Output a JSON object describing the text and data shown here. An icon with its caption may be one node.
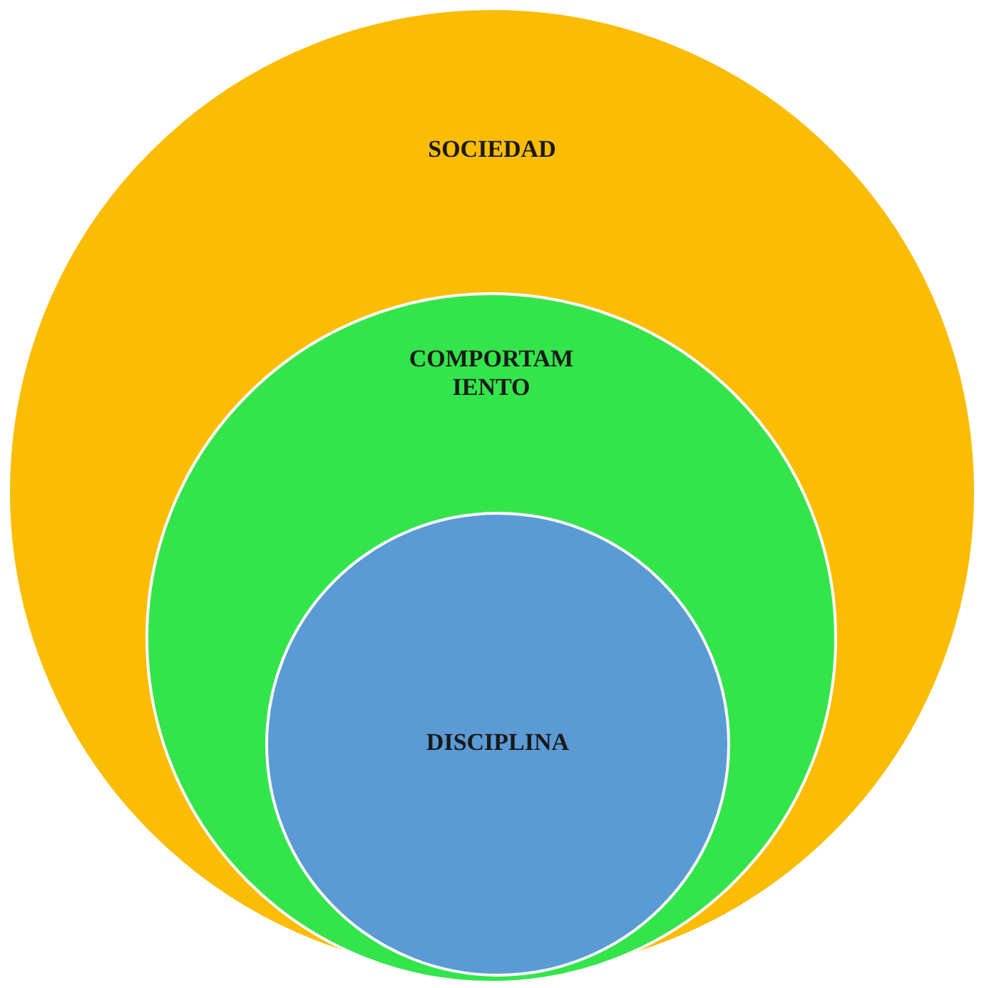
{
  "diagram": {
    "nodes": [
      {
        "text": [
          "SOCIEDAD"
        ]
      },
      {
        "text": [
          "COMPORTAMIENTO"
        ],
        "in": 0
      },
      {
        "text": [
          "DISCIPLINA"
        ],
        "in": 1
      }
    ]
  }
}
